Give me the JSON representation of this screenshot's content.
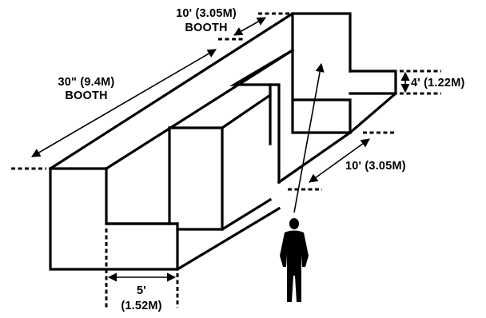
{
  "diagram": {
    "labels": {
      "length_top": "30\" (9.4M)",
      "length_bottom": "BOOTH",
      "width_top_line1": "10' (3.05M)",
      "width_top_line2": "BOOTH",
      "height_back": "4' (1.22M)",
      "width_right": "10' (3.05M)",
      "module_line1": "5'",
      "module_line2": "(1.52M)"
    },
    "colors": {
      "line": "#000000",
      "background": "#ffffff",
      "figure": "#000000"
    },
    "icons": {
      "person": "person-silhouette-icon"
    }
  }
}
